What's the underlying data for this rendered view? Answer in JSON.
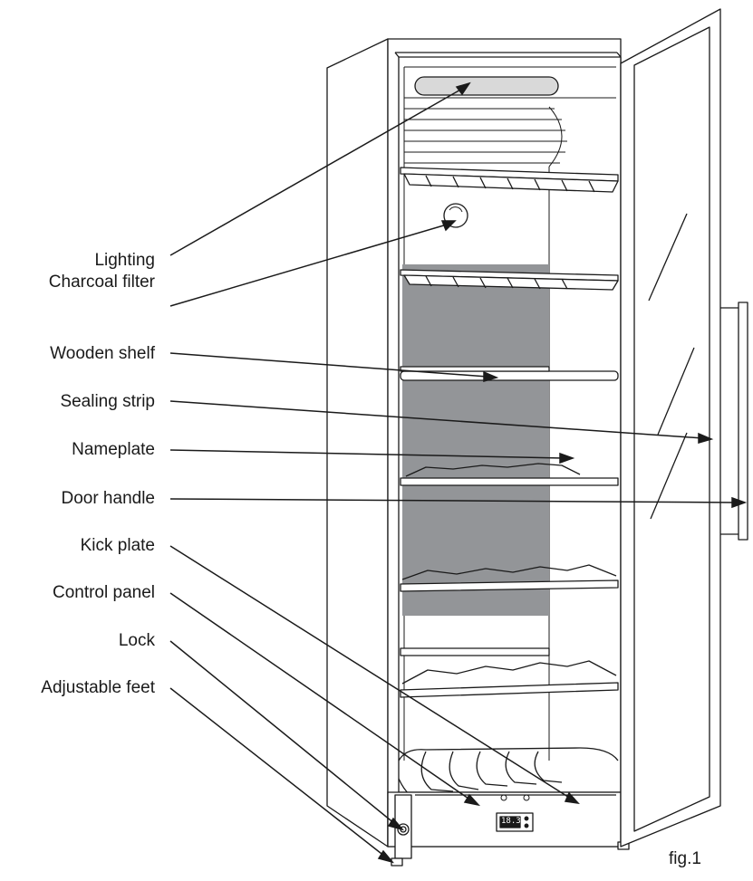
{
  "labels": {
    "lighting": "Lighting",
    "charcoal_filter": "Charcoal filter",
    "wooden_shelf": "Wooden shelf",
    "sealing_strip": "Sealing strip",
    "nameplate": "Nameplate",
    "door_handle": "Door handle",
    "kick_plate": "Kick plate",
    "control_panel": "Control panel",
    "lock": "Lock",
    "adjustable_feet": "Adjustable feet"
  },
  "figure_caption": "fig.1",
  "display_readout": "18.3",
  "colors": {
    "line": "#1a1a1a",
    "back_panel": "#939598",
    "light_tube": "#d9d9d9",
    "background": "#ffffff"
  }
}
